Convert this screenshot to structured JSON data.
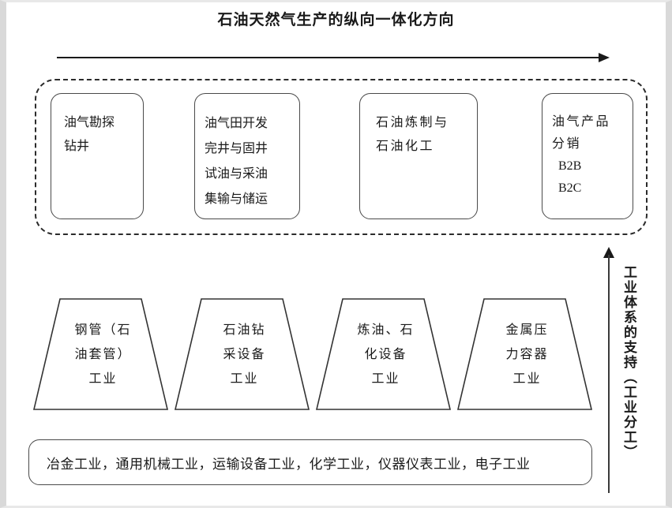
{
  "diagram": {
    "title": "石油天然气生产的纵向一体化方向",
    "flow_arrow": {
      "name": "horizontal-flow-arrow",
      "direction": "left-to-right"
    },
    "support_arrow": {
      "name": "vertical-support-arrow",
      "direction": "bottom-to-top",
      "label": "工业体系的支持（工业分工）"
    },
    "value_chain": {
      "container": "dashed-group",
      "stages": [
        {
          "id": "stage-exploration",
          "lines": [
            "油气勘探",
            "钻井"
          ],
          "latin_lines": []
        },
        {
          "id": "stage-field-development",
          "lines": [
            "油气田开发",
            "完井与固井",
            "试油与采油",
            "集输与储运"
          ],
          "latin_lines": []
        },
        {
          "id": "stage-refining",
          "lines": [
            "石油炼制与",
            "石油化工"
          ],
          "latin_lines": []
        },
        {
          "id": "stage-distribution",
          "lines": [
            "油气产品",
            "分销"
          ],
          "latin_lines": [
            "B2B",
            "B2C"
          ]
        }
      ]
    },
    "supporting_industries": {
      "items": [
        {
          "id": "support-steel-pipe",
          "lines": [
            "钢管（石",
            "油套管）",
            "工业"
          ]
        },
        {
          "id": "support-drilling-equipment",
          "lines": [
            "石油钻",
            "采设备",
            "工业"
          ]
        },
        {
          "id": "support-refining-equipment",
          "lines": [
            "炼油、石",
            "化设备",
            "工业"
          ]
        },
        {
          "id": "support-pressure-vessel",
          "lines": [
            "金属压",
            "力容器",
            "工业"
          ]
        }
      ]
    },
    "foundation": {
      "id": "foundation-bar",
      "text": "冶金工业，通用机械工业，运输设备工业，化学工业，仪器仪表工业，电子工业"
    },
    "colors": {
      "stroke": "#4a4a4a",
      "dashed_stroke": "#2b2b2b",
      "arrow": "#1a1a1a",
      "text": "#1a1a1a",
      "background": "#ffffff",
      "page_frame": "#d9d9d9"
    }
  }
}
